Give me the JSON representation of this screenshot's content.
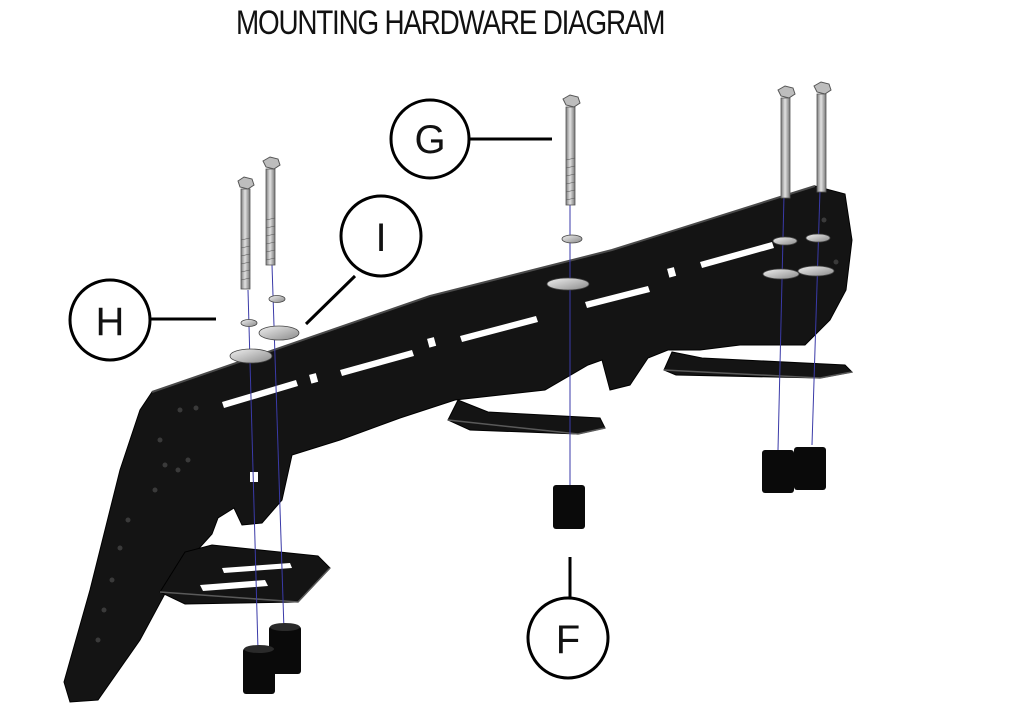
{
  "title": "MOUNTING HARDWARE DIAGRAM",
  "callouts": {
    "f": "F",
    "g": "G",
    "h": "H",
    "i": "I"
  },
  "colors": {
    "bracket": "#141414",
    "hardware": "#9a9a9a",
    "guide_line": "#3a3aa8",
    "text": "#111111"
  }
}
